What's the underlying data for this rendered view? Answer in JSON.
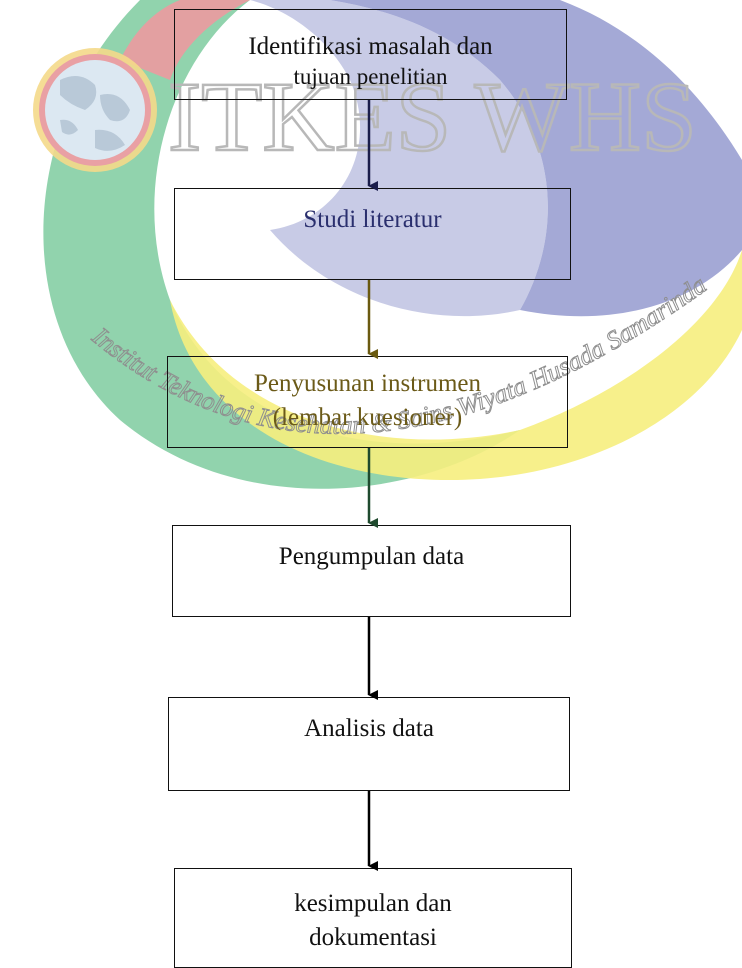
{
  "watermark": {
    "brand": "ITKES WHS",
    "institution": "Institut Teknologi Kesehatan & Sains Wiyata Husada Samarinda",
    "colors": {
      "purple": "#9aa0d2",
      "yellow": "#f6ee7e",
      "green": "#7ecb9f",
      "red": "#ec9aa0",
      "brand_text": "#c8c8c8",
      "arc_text": "#8f8f8f"
    }
  },
  "flowchart": {
    "steps": [
      {
        "lines": [
          "Identifikasi masalah dan",
          "tujuan penelitian"
        ]
      },
      {
        "lines": [
          "Studi literatur"
        ]
      },
      {
        "lines": [
          "Penyusunan instrumen",
          "(lembar kuesioner)"
        ]
      },
      {
        "lines": [
          "Pengumpulan data"
        ]
      },
      {
        "lines": [
          "Analisis data"
        ]
      },
      {
        "lines": [
          "kesimpulan dan",
          "dokumentasi"
        ]
      }
    ]
  }
}
